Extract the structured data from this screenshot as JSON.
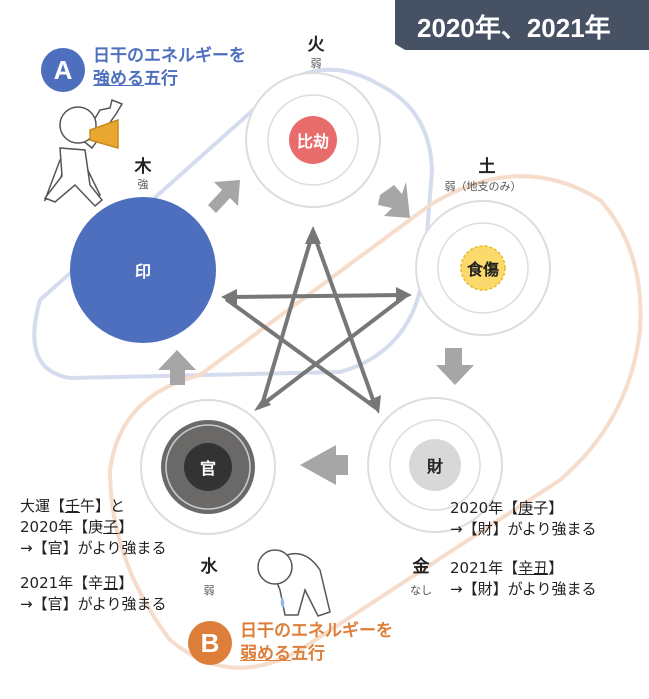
{
  "title": "2020年、2021年",
  "group_a": {
    "badge": "A",
    "line1": "日干のエネルギーを",
    "line2_underlined": "強める",
    "line2_rest": "五行",
    "color": "#4e6fbe"
  },
  "group_b": {
    "badge": "B",
    "line1": "日干のエネルギーを",
    "line2_underlined": "弱める",
    "line2_rest": "五行",
    "color": "#dd7f3a"
  },
  "elements": {
    "fire": {
      "name": "火",
      "strength": "弱",
      "core": "比劫",
      "color": "#e86c6c"
    },
    "wood": {
      "name": "木",
      "strength": "強",
      "core": "印",
      "color": "#4e6fbe"
    },
    "earth": {
      "name": "土",
      "strength": "弱（地支のみ）",
      "core": "食傷",
      "color": "#fbd96a"
    },
    "metal": {
      "name": "金",
      "strength": "なし",
      "core": "財",
      "color": "#d8d8d8"
    },
    "water": {
      "name": "水",
      "strength": "弱",
      "core": "官",
      "color": "#333333"
    }
  },
  "notes_left": {
    "n1_l1_a": "大運【",
    "n1_l1_u": "壬",
    "n1_l1_b": "午】と",
    "n1_l2_a": "2020年【庚",
    "n1_l2_u": "子",
    "n1_l2_b": "】",
    "n1_l3": "→【官】がより強まる",
    "n2_l1_a": "2021年【辛",
    "n2_l1_u": "丑",
    "n2_l1_b": "】",
    "n2_l2": "→【官】がより強まる"
  },
  "notes_right": {
    "n1_l1_a": "2020年【",
    "n1_l1_u": "庚",
    "n1_l1_b": "子】",
    "n1_l2": "→【財】がより強まる",
    "n2_l1_a": "2021年【",
    "n2_l1_u": "辛丑",
    "n2_l1_b": "】",
    "n2_l2": "→【財】がより強まる"
  }
}
